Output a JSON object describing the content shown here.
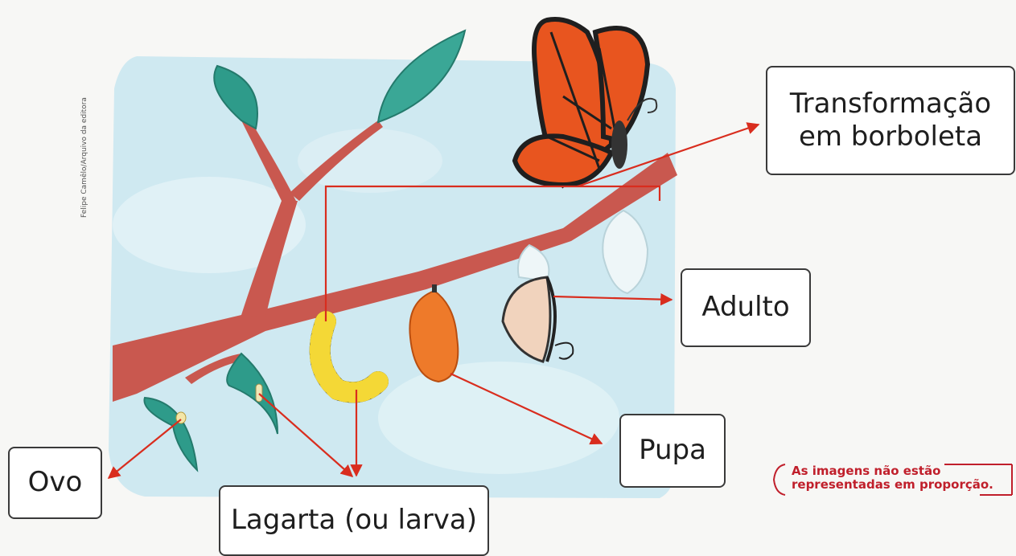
{
  "labels": {
    "egg": "Ovo",
    "caterpillar": "Lagarta (ou larva)",
    "pupa": "Pupa",
    "adult": "Adulto",
    "transformation_line1": "Transformação",
    "transformation_line2": "em borboleta"
  },
  "credit": "Felipe Camêlo/Arquivo da editora",
  "note": {
    "line1": "As imagens não estão",
    "line2": "representadas em proporção."
  },
  "colors": {
    "sky": "#cfe9f1",
    "branch": "#c9584f",
    "leaf": "#2e9b8a",
    "arrow": "#d92d1e",
    "monarch_orange": "#e8551f",
    "chrysalis": "#ee7a2a",
    "note_red": "#c01f2b"
  }
}
